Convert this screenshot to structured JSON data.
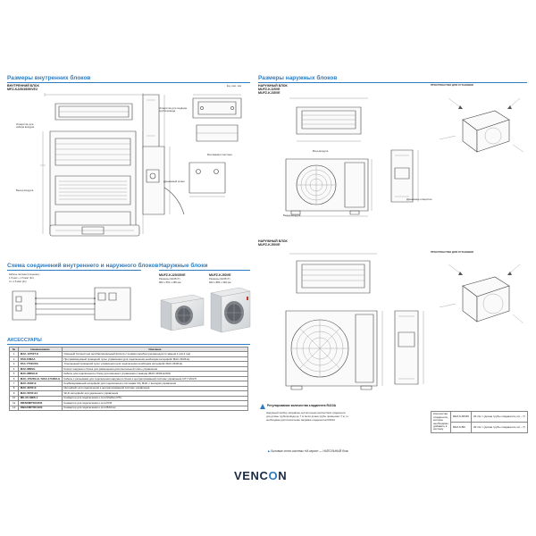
{
  "page": {
    "indoor_dimensions": {
      "title": "Размеры внутренних блоков",
      "unit_name": "ВНУТРЕННИЙ БЛОК",
      "unit_model": "MFZ-KJ25/35/50VE2",
      "unit_note": "Ед. изм.: мм",
      "callouts": [
        "Отверстие для забора воздуха",
        "Выход воздуха",
        "Отверстия для подвода трубопровода",
        "Дренажный шланг",
        "Монтажная пластина"
      ]
    },
    "outdoor_dimensions": {
      "title": "Размеры наружных блоков",
      "unit_a_name": "НАРУЖНЫЙ БЛОК",
      "unit_a_models": [
        "MUFZ-KJ25VE",
        "MUFZ-KJ35VE"
      ],
      "unit_b_name": "НАРУЖНЫЙ БЛОК",
      "unit_b_models": [
        "MUFZ-KJ50VE"
      ],
      "space_label": "ПРОСТРАНСТВО ДЛЯ УСТАНОВКИ",
      "air_in": "Вход воздуха",
      "air_out": "Выход воздуха",
      "drain": "Дренажное отверстие"
    },
    "connection_diagram": {
      "title": "Схема соединений внутреннего и наружного блоков",
      "note_lines": [
        "Кабель питания (сечение):",
        "1.5 мм² + 1.5 мм² (3х)",
        "4 x 1.5 мм² (4х)"
      ]
    },
    "outdoor_units": {
      "title": "Наружные блоки",
      "unit_a": {
        "model": "MUFZ-KJ25/35VE",
        "specs": [
          "Размеры (Ш×В×Г):",
          "800 x 550 x 285 мм"
        ]
      },
      "unit_b": {
        "model": "MUFZ-KJ50VE",
        "specs": [
          "Размеры (Ш×В×Г):",
          "840 x 880 x 330 мм"
        ]
      }
    },
    "accessories": {
      "title": "АКСЕССУАРЫ",
      "headers": [
        "№",
        "Наименование",
        "Описание"
      ],
      "rows": [
        {
          "n": "1",
          "model": "MAC-1375FT-E",
          "desc": "Сменный (полностью) антибактериальный фильтр с ионами серебра (рекомендуется замена 1 раз в год)"
        },
        {
          "n": "2",
          "model": "PAR-40MAA",
          "desc": "Программируемый проводной пульт управления (для подключения необходим интерфейс MAC-334IF-E)"
        },
        {
          "n": "3",
          "model": "PAC-YT52CRA",
          "desc": "Упрощенный проводной пульт управления (для подключения необходим интерфейс MAC-334IF-E)"
        },
        {
          "n": "4",
          "model": "MAC-889SG",
          "desc": "Корпус наружного блока для размещения дополнительной платы управления"
        },
        {
          "n": "5",
          "model": "MAC-886SG-E",
          "desc": "Кабель для подключения к блоку для внешнего управления и вывода (MAC-333IF-E/334)"
        },
        {
          "n": "6",
          "model": "MAC-1702RA-E / MAC-1710RA-E",
          "desc": "Кабель с разъемами для подключения наружного блока к централизованной системе управления CITY MULTI"
        },
        {
          "n": "7",
          "model": "MAC-334IF-E",
          "desc": "Комбинированный интерфейс для подключения к системам City Multi, с выходом управления"
        },
        {
          "n": "8",
          "model": "MAC-397IF-E",
          "desc": "Интерфейс для подключения к централизованной системе управления"
        },
        {
          "n": "9",
          "model": "MAC-567IF-E1",
          "desc": "Wi-Fi интерфейс для удаленного управления"
        },
        {
          "n": "10",
          "model": "ME-AC-MBS-1",
          "desc": "Конвертер для подключения к сети Modbus RTU"
        },
        {
          "n": "11",
          "model": "INKNXMIT001I000",
          "desc": "Конвертер для подключения к сети KNX"
        },
        {
          "n": "12",
          "model": "INBACMIT001I100",
          "desc": "Конвертер для подключения к сети BACnet"
        }
      ]
    },
    "refrigerant": {
      "title": "Регулирование количества хладагента R410A",
      "body": [
        "Наружный прибор заправлен достаточным количеством хладагента",
        "для длины трубопровода до 7 м. Если длина трубы превышает 7 м, то",
        "необходима дополнительная заправка хладагентом R410A"
      ],
      "table": [
        [
          "Количество хладагента, которое необходимо добавить в систему",
          "MFZ-KJ25/35",
          "20 г/м × (длина трубы хладагента, м) – 7)"
        ],
        [
          "",
          "MFZ-KJ50",
          "20 г/м × (длина трубы хладагента, м) – 7)"
        ]
      ]
    },
    "footer_note": "Бытовые сплит-системы «M-серии» — НАПОЛЬНЫЙ блок",
    "brand": {
      "pre": "VENC",
      "o": "O",
      "post": "N"
    },
    "colors": {
      "accent": "#2e7bbf",
      "text": "#222222",
      "brand_dark": "#1d2a44"
    }
  }
}
